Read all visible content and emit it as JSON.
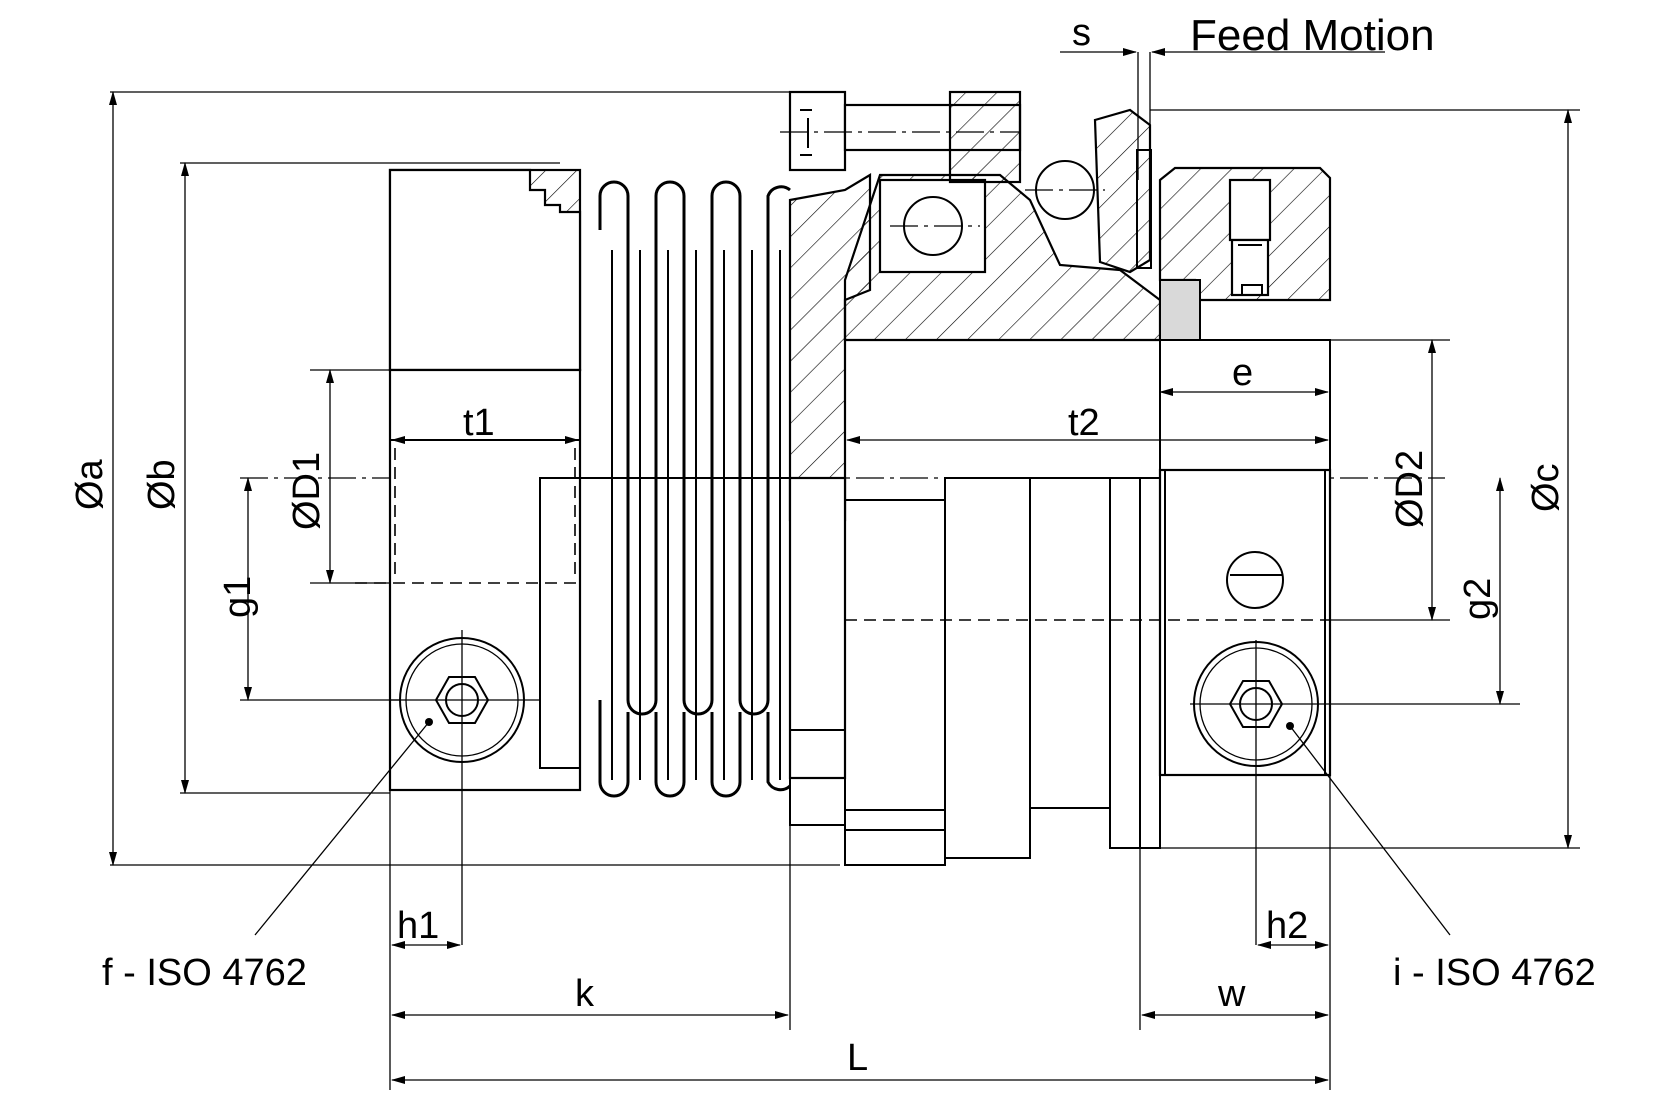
{
  "title": "Feed Motion",
  "dimensions": {
    "s": "s",
    "oa": "Øa",
    "ob": "Øb",
    "oc": "Øc",
    "od1": "ØD1",
    "od2": "ØD2",
    "t1": "t1",
    "t2": "t2",
    "e": "e",
    "g1": "g1",
    "g2": "g2",
    "h1": "h1",
    "h2": "h2",
    "k": "k",
    "w": "w",
    "L": "L"
  },
  "callouts": {
    "f": "f - ISO 4762",
    "i": "i - ISO 4762"
  }
}
